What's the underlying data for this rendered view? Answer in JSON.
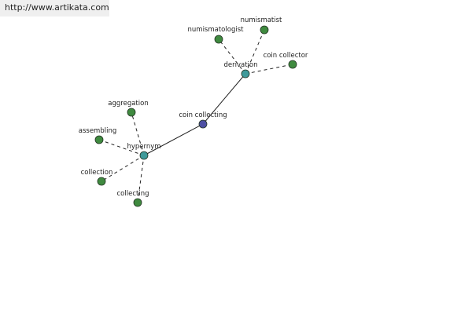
{
  "watermark": {
    "url_text": "http://www.artikata.com"
  },
  "graph": {
    "colors": {
      "root": "#4d4fa3",
      "hub": "#3f9a9a",
      "leaf": "#3f8a3f",
      "edge": "#222222"
    },
    "nodes": [
      {
        "id": "coin-collecting",
        "label": "coin collecting",
        "role": "root"
      },
      {
        "id": "derivation",
        "label": "derivation",
        "role": "hub"
      },
      {
        "id": "hypernym",
        "label": "hypernym",
        "role": "hub"
      },
      {
        "id": "numismatologist",
        "label": "numismatologist",
        "role": "leaf"
      },
      {
        "id": "numismatist",
        "label": "numismatist",
        "role": "leaf"
      },
      {
        "id": "coin-collector",
        "label": "coin collector",
        "role": "leaf"
      },
      {
        "id": "aggregation",
        "label": "aggregation",
        "role": "leaf"
      },
      {
        "id": "assembling",
        "label": "assembling",
        "role": "leaf"
      },
      {
        "id": "collection",
        "label": "collection",
        "role": "leaf"
      },
      {
        "id": "collecting",
        "label": "collecting",
        "role": "leaf"
      }
    ],
    "edges": [
      {
        "from": "coin-collecting",
        "to": "derivation",
        "style": "solid"
      },
      {
        "from": "coin-collecting",
        "to": "hypernym",
        "style": "solid"
      },
      {
        "from": "derivation",
        "to": "numismatologist",
        "style": "dashed"
      },
      {
        "from": "derivation",
        "to": "numismatist",
        "style": "dashed"
      },
      {
        "from": "derivation",
        "to": "coin-collector",
        "style": "dashed"
      },
      {
        "from": "hypernym",
        "to": "aggregation",
        "style": "dashed"
      },
      {
        "from": "hypernym",
        "to": "assembling",
        "style": "dashed"
      },
      {
        "from": "hypernym",
        "to": "collection",
        "style": "dashed"
      },
      {
        "from": "hypernym",
        "to": "collecting",
        "style": "dashed"
      }
    ]
  }
}
